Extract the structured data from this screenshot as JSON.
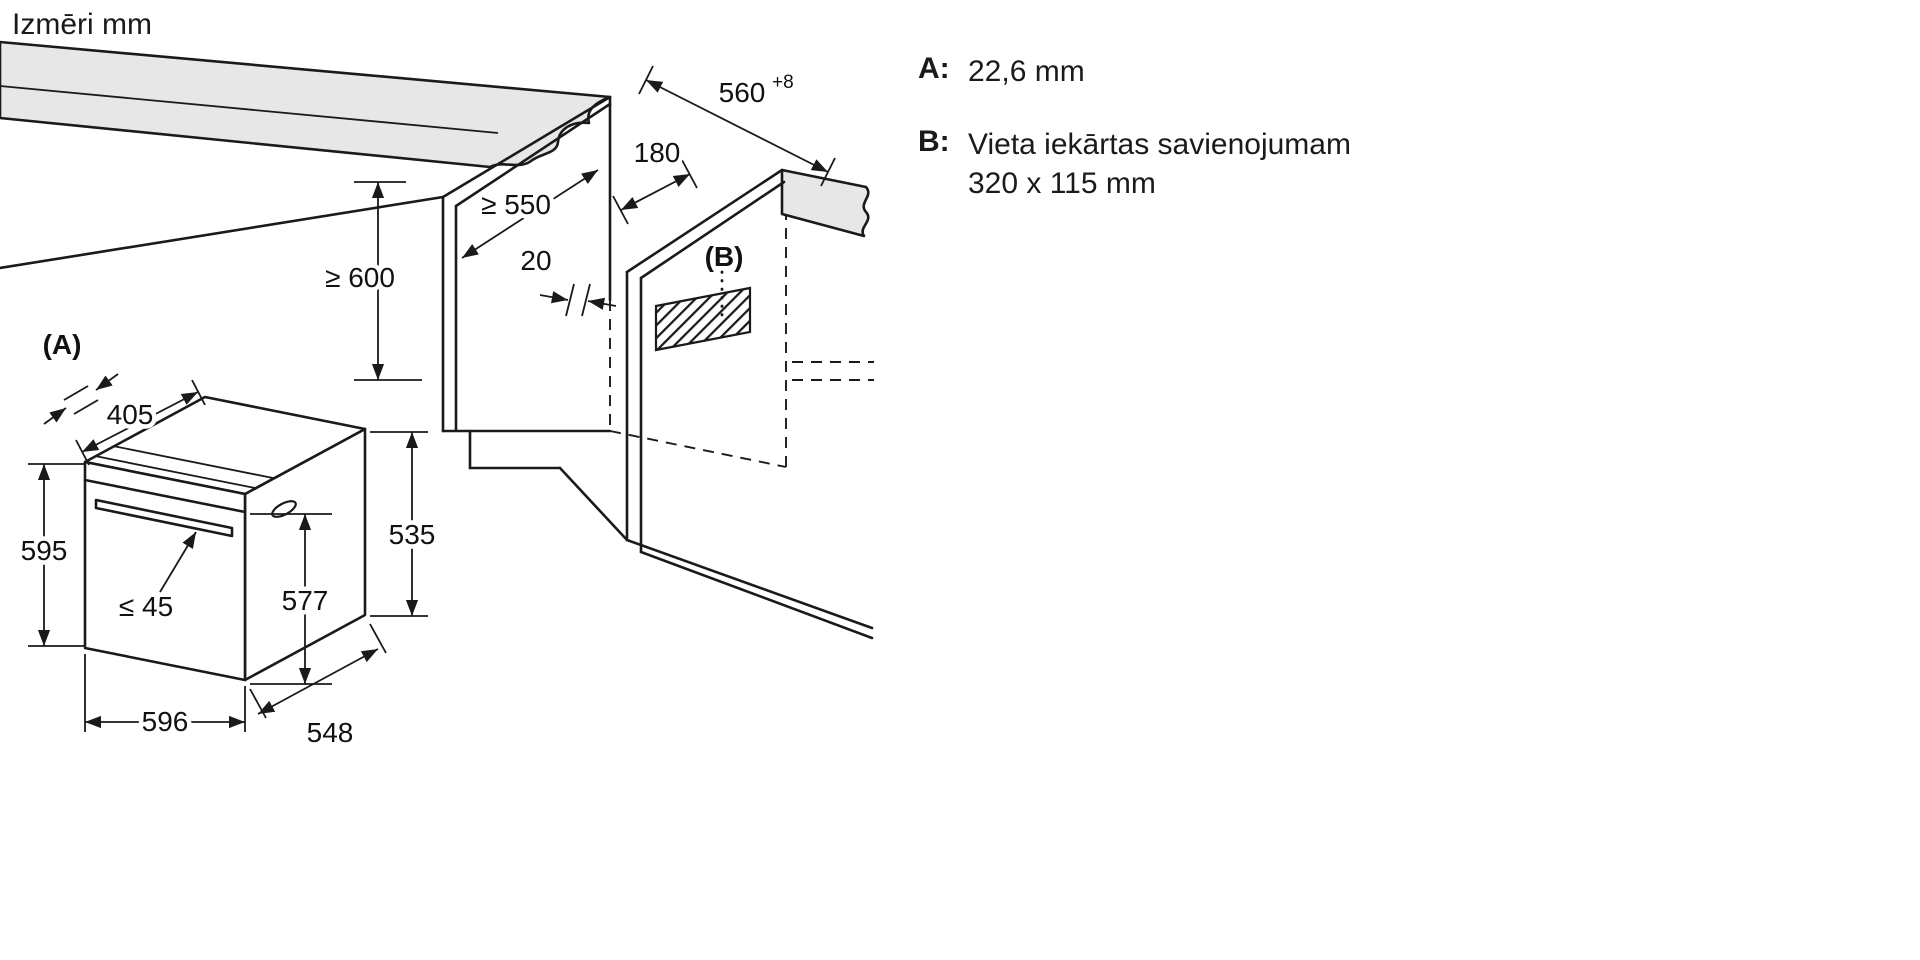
{
  "title": "Izmēri mm",
  "legend": {
    "a_key": "A:",
    "a_value": "22,6 mm",
    "b_key": "B:",
    "b_line1": "Vieta iekārtas savienojumam",
    "b_line2": "320 x 115 mm"
  },
  "dims": {
    "top_depth": "560",
    "top_depth_tol": "+8",
    "strip": "180",
    "niche_depth": "≥ 550",
    "niche_height": "≥ 600",
    "rear_gap": "20",
    "label_b": "(B)",
    "label_a": "(A)",
    "top_405": "405",
    "height_595": "595",
    "handle_45": "≤ 45",
    "door_577": "577",
    "rear_535": "535",
    "width_596": "596",
    "depth_548": "548"
  },
  "colors": {
    "line": "#1a1a1a",
    "slab_fill": "#e7e7e7",
    "background": "#ffffff"
  }
}
